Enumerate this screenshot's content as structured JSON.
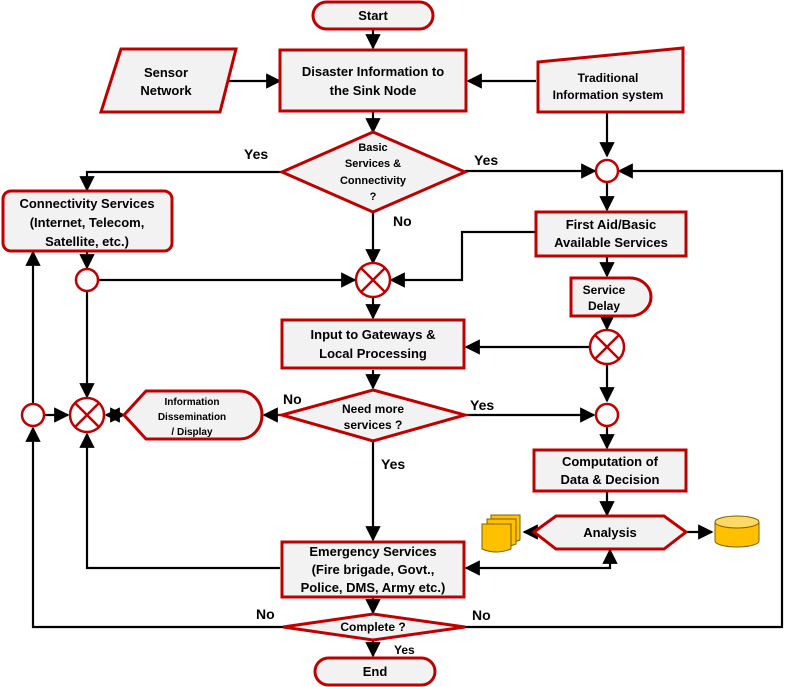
{
  "nodes": {
    "start": "Start",
    "sensor": [
      "Sensor",
      "Network"
    ],
    "disaster": [
      "Disaster Information to",
      "the Sink Node"
    ],
    "traditional": [
      "Traditional",
      "Information system"
    ],
    "basic": [
      "Basic",
      "Services &",
      "Connectivity",
      "?"
    ],
    "connectivity": [
      "Connectivity Services",
      "(Internet, Telecom,",
      "Satellite, etc.)"
    ],
    "firstaid": [
      "First Aid/Basic",
      "Available Services"
    ],
    "delay": [
      "Service",
      "Delay"
    ],
    "gateways": [
      "Input to Gateways &",
      "Local Processing"
    ],
    "needmore": [
      "Need more",
      "services ?"
    ],
    "dissemination": [
      "Information",
      "Dissemination",
      "/ Display"
    ],
    "computation": [
      "Computation of",
      "Data & Decision"
    ],
    "analysis": "Analysis",
    "emergency": [
      "Emergency Services",
      "(Fire brigade, Govt.,",
      "Police, DMS, Army etc.)"
    ],
    "complete": "Complete ?",
    "end": "End"
  },
  "edge_labels": {
    "basic_yes_left": "Yes",
    "basic_yes_right": "Yes",
    "basic_no": "No",
    "needmore_no": "No",
    "needmore_yes_right": "Yes",
    "needmore_yes_down": "Yes",
    "complete_no_left": "No",
    "complete_no_right": "No",
    "complete_yes": "Yes"
  },
  "colors": {
    "node_fill": "#f2f2f2",
    "node_border": "#c00000",
    "storage_fill": "#ffc000",
    "arrow": "#000000"
  }
}
